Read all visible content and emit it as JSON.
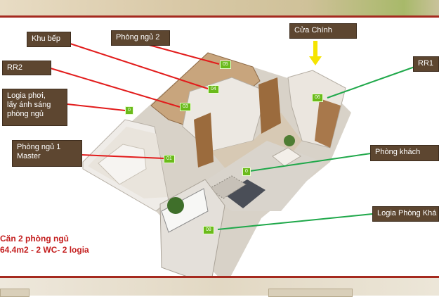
{
  "labels": {
    "khu_bep": "Khu bếp",
    "phong_ngu_2": "Phòng ngủ 2",
    "cua_chinh": "Cửa Chính",
    "rr2": "RR2",
    "rr1": "RR1",
    "logia_phoi": "Logia phơi,\nlấy ánh sáng\nphòng ngủ",
    "phong_ngu_1": "Phòng ngủ 1\nMaster",
    "phong_khach": "Phòng khách",
    "logia_phong_khach": "Logia Phòng Khá"
  },
  "tags": {
    "t05": "05",
    "t04": "04",
    "t03": "03",
    "t02": "0",
    "t06": "06",
    "t01": "01",
    "t07": "0",
    "t08": "08"
  },
  "caption": "Căn 2 phòng ngủ\n64.4m2 - 2 WC- 2 logia",
  "colors": {
    "red_line": "#e21b1b",
    "green_line": "#1fa84a",
    "arrow": "#f5e400",
    "label_bg": "#5d4630",
    "tag_bg": "#6aba1a"
  }
}
